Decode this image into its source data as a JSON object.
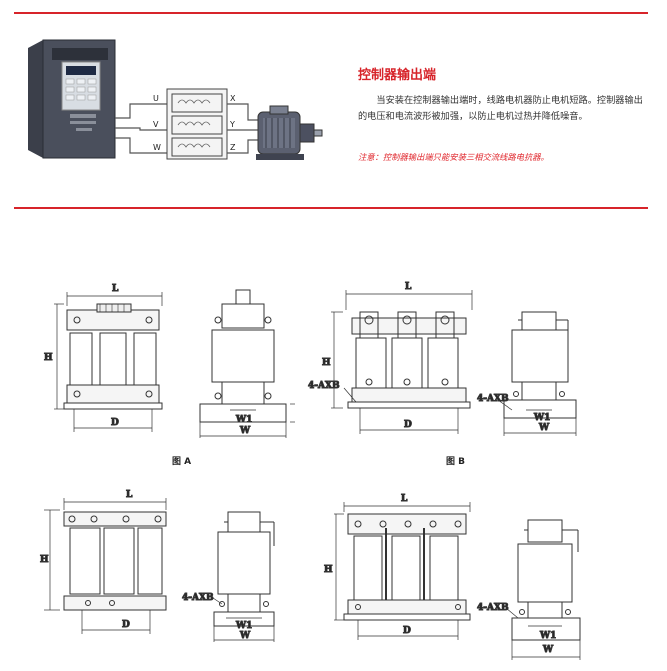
{
  "header": {
    "title": "控制器输出端",
    "description": "当安装在控制器输出端时，线路电机器防止电机短路。控制器输出的电压和电流波形被加强，以防止电机过热并降低噪音。",
    "note": "注意：控制器输出端只能安装三相交流线路电抗器。"
  },
  "wiring": {
    "inputs": [
      "U",
      "V",
      "W"
    ],
    "outputs": [
      "X",
      "Y",
      "Z"
    ]
  },
  "drawings": {
    "fig_a": "图 A",
    "fig_b": "图 B",
    "dims": {
      "L": "L",
      "H": "H",
      "D": "D",
      "W": "W",
      "W1": "W1",
      "hole": "4-AXB"
    }
  },
  "colors": {
    "accent": "#d7242a",
    "line": "#333333"
  }
}
